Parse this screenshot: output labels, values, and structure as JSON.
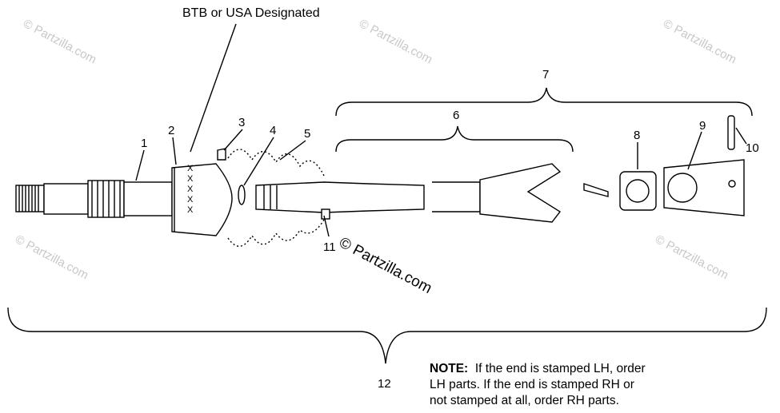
{
  "designation_label": "BTB or USA Designated",
  "callouts": [
    "1",
    "2",
    "3",
    "4",
    "5",
    "6",
    "7",
    "8",
    "9",
    "10",
    "11",
    "12"
  ],
  "watermark": "© Partzilla.com",
  "note": {
    "prefix": "NOTE:",
    "line1": "If the end is stamped LH, order",
    "line2": "LH parts.  If the end is stamped RH or",
    "line3": "not stamped at all, order RH parts."
  },
  "boot_marks": [
    "X",
    "X",
    "X",
    "X",
    "X"
  ]
}
